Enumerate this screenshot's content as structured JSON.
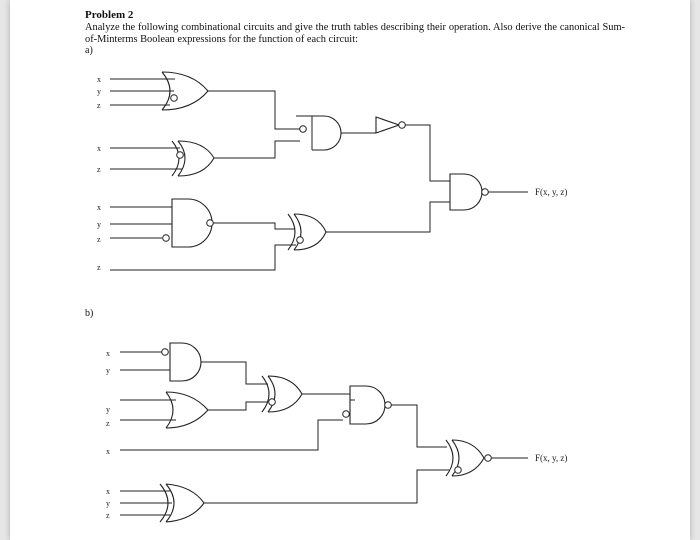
{
  "problem": {
    "title": "Problem 2",
    "instructions": "Analyze the following combinational circuits and give the truth tables describing their operation. Also derive the canonical Sum-of-Minterms Boolean expressions for the function of each circuit:"
  },
  "part_a": {
    "label": "a)",
    "output_label": "F(x, y, z)",
    "inputs": [
      "x",
      "y",
      "z",
      "x",
      "z",
      "x",
      "y",
      "z",
      "z"
    ]
  },
  "part_b": {
    "label": "b)",
    "output_label": "F(x, y, z)",
    "inputs": [
      "x",
      "y",
      "y",
      "z",
      "x",
      "x",
      "y",
      "z"
    ]
  }
}
